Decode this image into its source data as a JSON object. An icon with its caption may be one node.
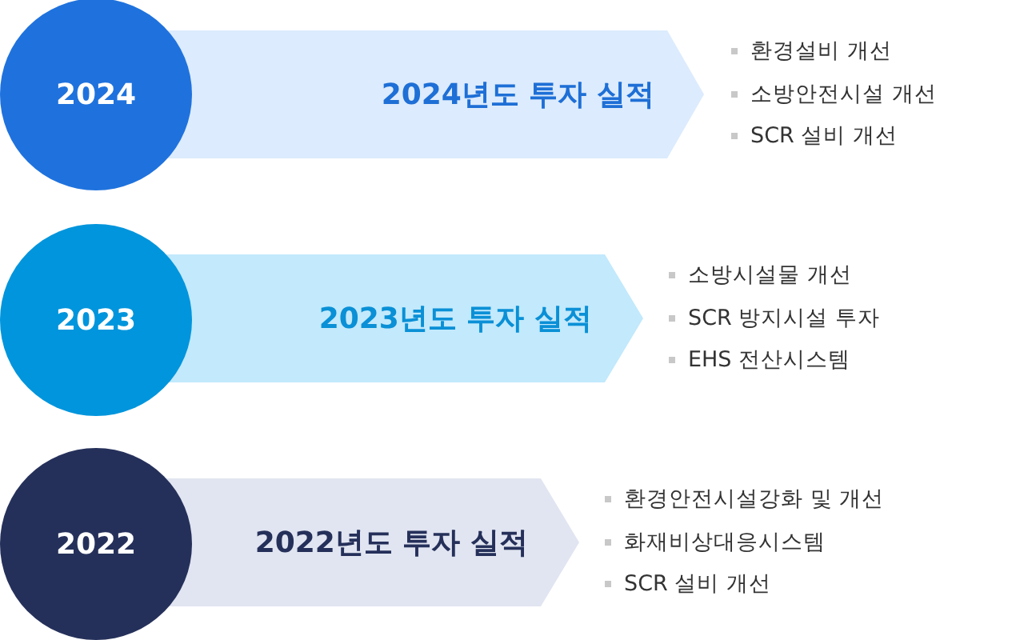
{
  "diagram": {
    "nodes": [
      {
        "text": [
          "2024"
        ]
      },
      {
        "text": [
          "2024년도 투자 실적"
        ],
        "beside": [
          "환경설비 개선",
          "소방안전시설 개선",
          "SCR 설비 개선"
        ]
      },
      {
        "text": [
          "2023"
        ]
      },
      {
        "text": [
          "2023년도 투자 실적"
        ],
        "beside": [
          "소방시설물 개선",
          "SCR 방지시설 투자",
          "EHS 전산시스템"
        ]
      },
      {
        "text": [
          "2022"
        ]
      },
      {
        "text": [
          "2022년도 투자 실적"
        ],
        "beside": [
          "환경안전시설강화 및 개선",
          "화재비상대응시스템",
          "SCR 설비 개선"
        ]
      }
    ]
  }
}
